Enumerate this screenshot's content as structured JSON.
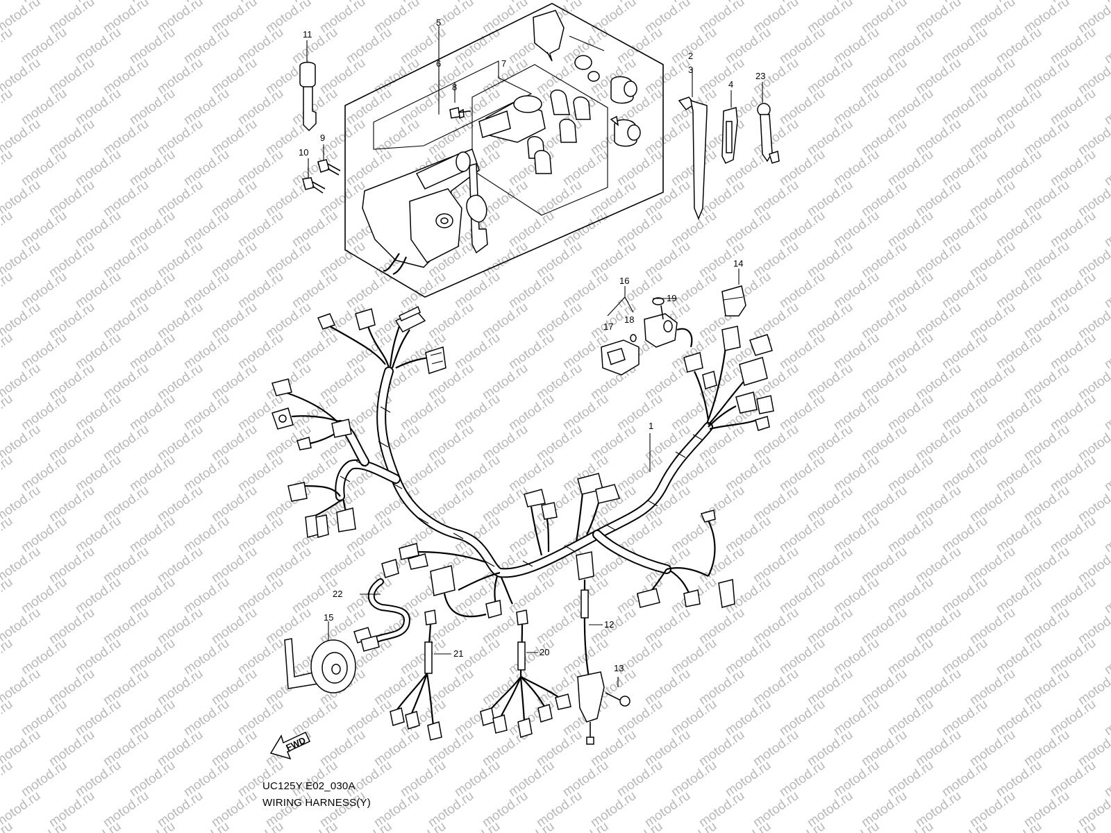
{
  "watermark": "motod.ru",
  "model_code": "UC125Y E02_030A",
  "caption": "WIRING HARNESS(Y)",
  "fwd_label": "FWD",
  "callouts": {
    "c1": "1",
    "c2": "2",
    "c3": "3",
    "c4": "4",
    "c5": "5",
    "c6": "6",
    "c7": "7",
    "c8": "8",
    "c9": "9",
    "c10": "10",
    "c11": "11",
    "c12": "12",
    "c13": "13",
    "c14": "14",
    "c15": "15",
    "c16": "16",
    "c17": "17",
    "c18": "18",
    "c19": "19",
    "c20": "20",
    "c21": "21",
    "c22": "22",
    "c23": "23"
  }
}
